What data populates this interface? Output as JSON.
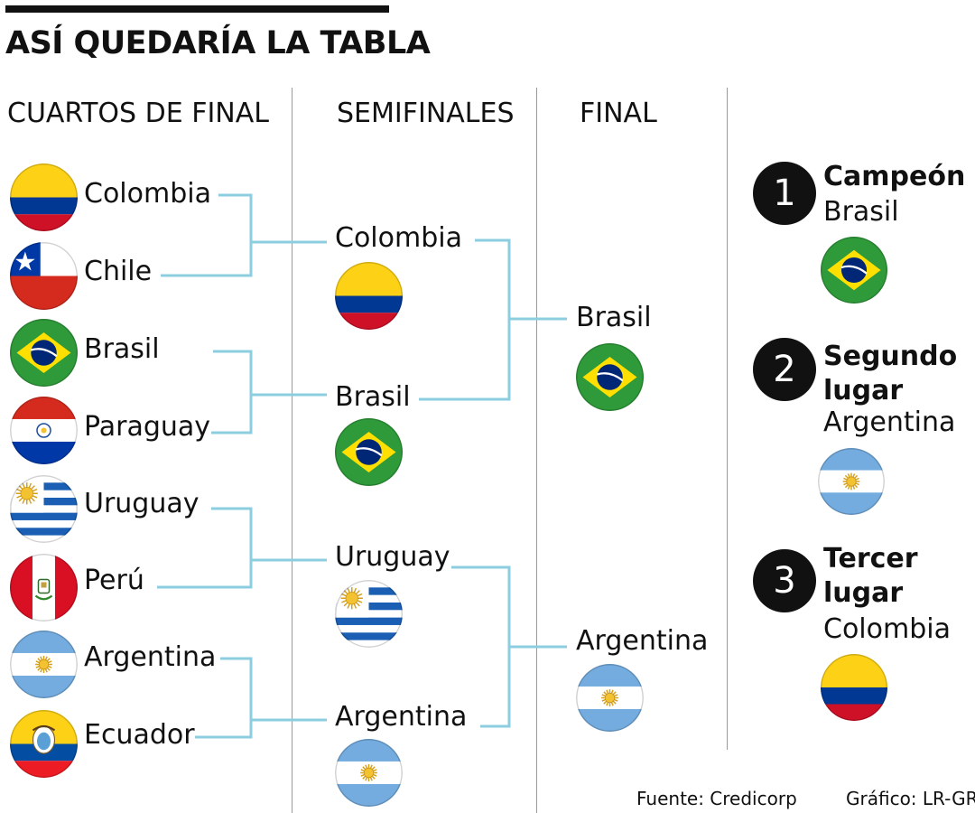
{
  "title": "ASÍ QUEDARÍA LA TABLA",
  "columns": {
    "quarters": "CUARTOS DE FINAL",
    "semis": "SEMIFINALES",
    "final": "FINAL"
  },
  "quarterfinals": [
    {
      "team": "Colombia",
      "flag": "colombia-flag-icon"
    },
    {
      "team": "Chile",
      "flag": "chile-flag-icon"
    },
    {
      "team": "Brasil",
      "flag": "brazil-flag-icon"
    },
    {
      "team": "Paraguay",
      "flag": "paraguay-flag-icon"
    },
    {
      "team": "Uruguay",
      "flag": "uruguay-flag-icon"
    },
    {
      "team": "Perú",
      "flag": "peru-flag-icon"
    },
    {
      "team": "Argentina",
      "flag": "argentina-flag-icon"
    },
    {
      "team": "Ecuador",
      "flag": "ecuador-flag-icon"
    }
  ],
  "semifinals": [
    {
      "team": "Colombia",
      "flag": "colombia-flag-icon"
    },
    {
      "team": "Brasil",
      "flag": "brazil-flag-icon"
    },
    {
      "team": "Uruguay",
      "flag": "uruguay-flag-icon"
    },
    {
      "team": "Argentina",
      "flag": "argentina-flag-icon"
    }
  ],
  "final": [
    {
      "team": "Brasil",
      "flag": "brazil-flag-icon"
    },
    {
      "team": "Argentina",
      "flag": "argentina-flag-icon"
    }
  ],
  "podium": [
    {
      "rank": "1",
      "label": "Campeón",
      "team": "Brasil",
      "flag": "brazil-flag-icon"
    },
    {
      "rank": "2",
      "label": "Segundo lugar",
      "team": "Argentina",
      "flag": "argentina-flag-icon"
    },
    {
      "rank": "3",
      "label": "Tercer lugar",
      "team": "Colombia",
      "flag": "colombia-flag-icon"
    }
  ],
  "credits": {
    "source": "Fuente: Credicorp",
    "graphic": "Gráfico: LR-GR"
  },
  "colors": {
    "connector": "#8ccde0",
    "divider": "#9a9a9a",
    "badge": "#111111"
  }
}
